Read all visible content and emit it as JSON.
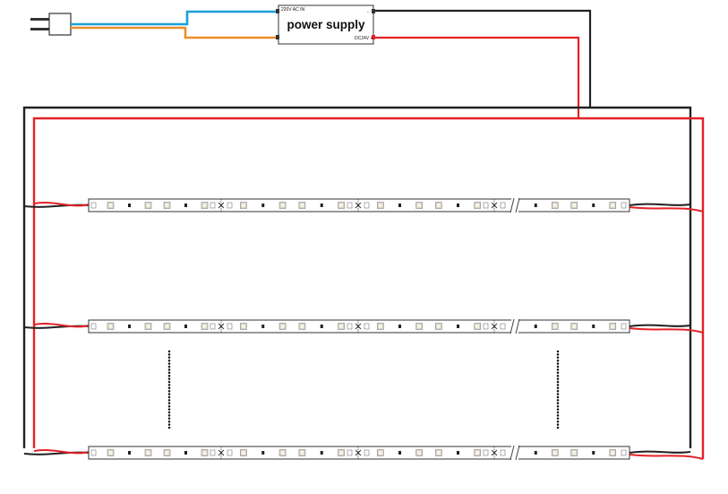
{
  "power_supply": {
    "title": "power supply",
    "input_label": "220V AC IN",
    "output_label": "DC24V +",
    "neg_mark": "-"
  },
  "colors": {
    "ac_live": "#1aa0d8",
    "ac_neutral": "#ee8c2a",
    "dc_positive": "#e32227",
    "dc_negative": "#222222",
    "strip_body": "#ffffff",
    "led_chip": "#d9d4c2",
    "resistor": "#222222"
  },
  "strip": {
    "count_drawn": 3,
    "continuation": "ellipsis-dots",
    "break_mark": "//"
  },
  "icons": [
    "ac-plug-icon",
    "ellipsis-vertical-icon",
    "break-mark-icon"
  ]
}
